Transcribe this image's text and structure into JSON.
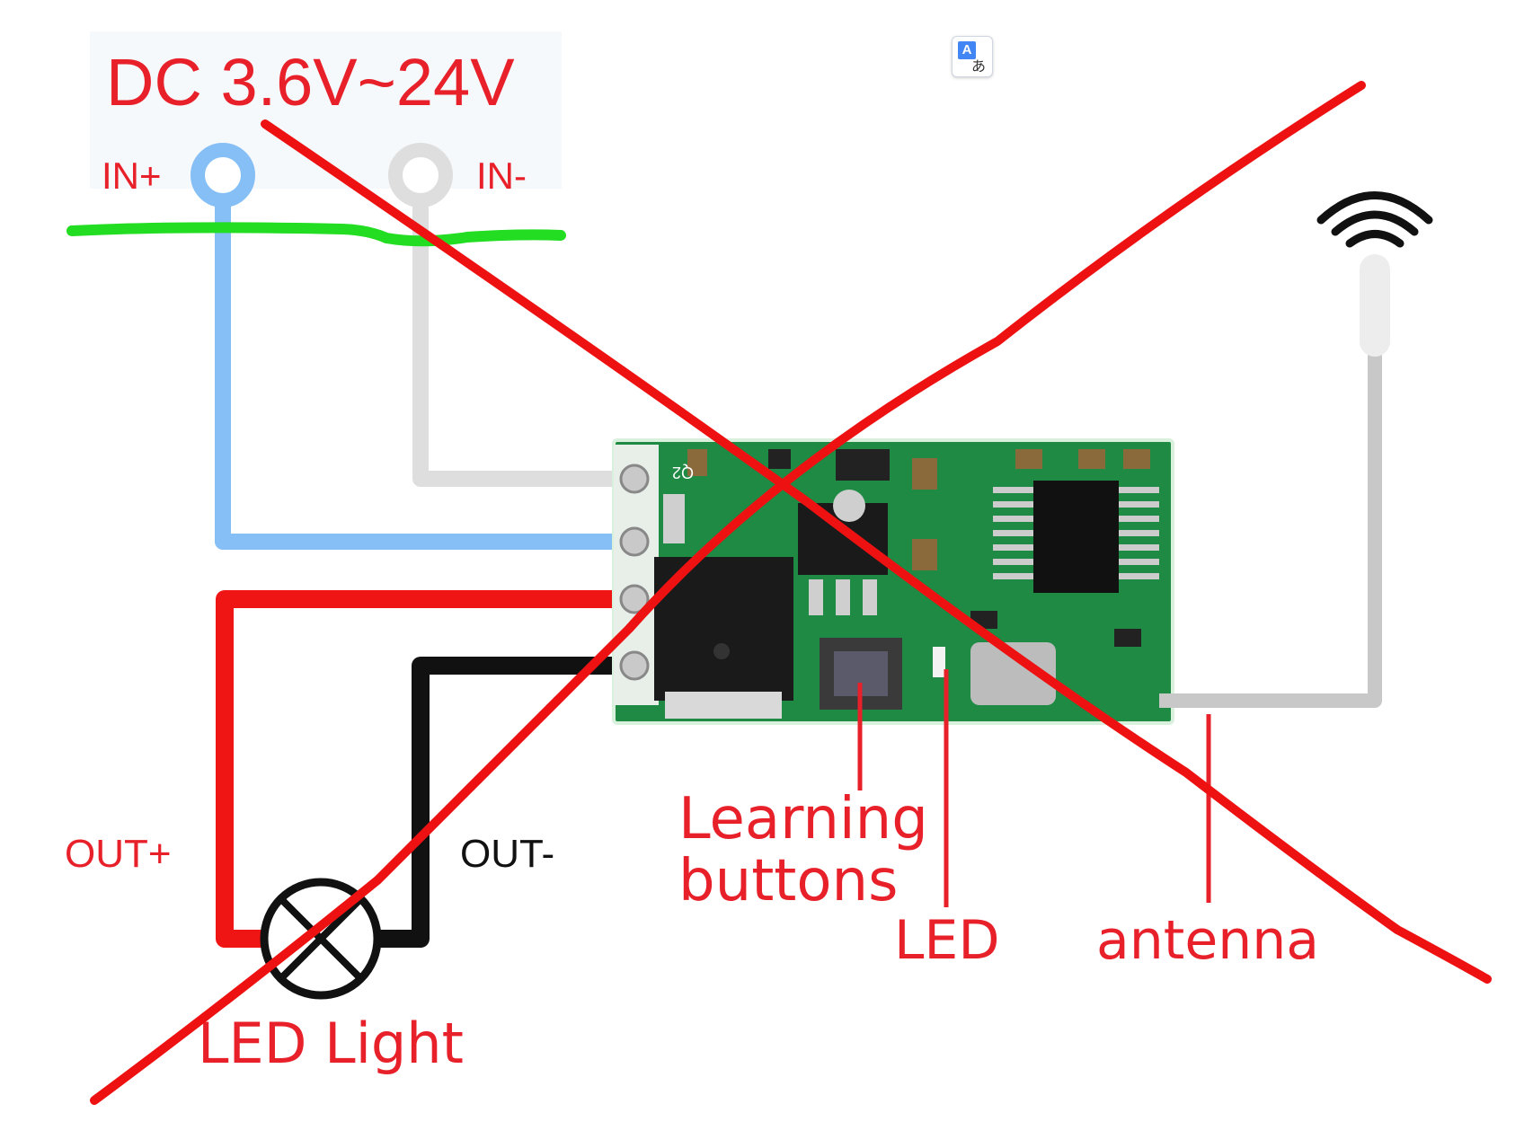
{
  "diagram": {
    "supply_label": "DC 3.6V~24V",
    "in_plus": "IN+",
    "in_minus": "IN-",
    "out_plus": "OUT+",
    "out_minus": "OUT-",
    "load_label": "LED Light",
    "learning_label_line1": "Learning",
    "learning_label_line2": "buttons",
    "led_label": "LED",
    "antenna_label": "antenna",
    "board_marking": "Q2"
  },
  "colors": {
    "label_red": "#e8202a",
    "wire_blue": "#85bff5",
    "wire_gray": "#dedede",
    "wire_red": "#f01515",
    "wire_black": "#111111",
    "antenna_gray": "#c8c8c8",
    "pcb_green": "#1f8a44",
    "annotation_cross": "#ee1111",
    "annotation_line": "#22dd22"
  },
  "icons": {
    "translate": "translate-icon",
    "wifi": "wifi-signal-icon",
    "lamp": "lamp-icon"
  },
  "toolbar": {
    "translate_a": "A",
    "translate_ja": "あ"
  }
}
